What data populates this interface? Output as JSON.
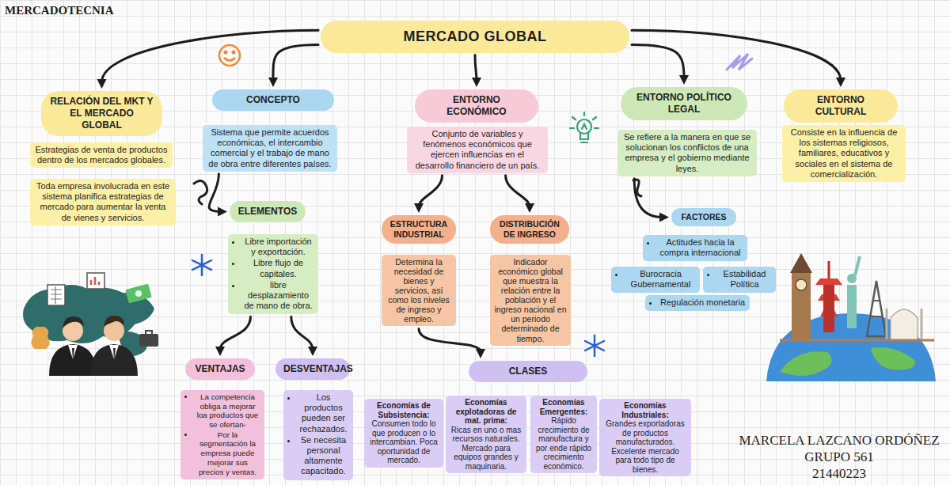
{
  "diagram": {
    "title": "MERCADOTECNIA",
    "nodes": [
      {
        "text": [
          "MERCADO GLOBAL"
        ]
      },
      {
        "text": [
          "RELACIÓN DEL MKT Y EL MERCADO GLOBAL"
        ]
      },
      {
        "text": [
          "Estrategias de venta de productos dentro de los mercados globales."
        ]
      },
      {
        "text": [
          "Toda empresa involucrada en este sistema planifica estrategias de mercado para aumentar la venta de vienes y servicios."
        ]
      },
      {
        "text": [
          "CONCEPTO"
        ]
      },
      {
        "text": [
          "Sistema que permite acuerdos económicas, el intercambio comercial y el trabajo de mano de obra entre diferentes países."
        ]
      },
      {
        "text": [
          "ELEMENTOS"
        ]
      },
      {
        "text": [
          "Libre importación y exportación.",
          "Libre flujo de capitales.",
          "libre desplazamiento de mano de obra."
        ]
      },
      {
        "text": [
          "VENTAJAS"
        ]
      },
      {
        "text": [
          "La competencia obliga a mejorar loa productos que se ofertan-",
          "Por la segmentación la empresa puede mejorar sus precios y ventas."
        ]
      },
      {
        "text": [
          "DESVENTAJAS"
        ]
      },
      {
        "text": [
          "Los productos pueden ser rechazados.",
          "Se necesita personal altamente capacitado."
        ]
      },
      {
        "text": [
          "ENTORNO ECONÓMICO"
        ]
      },
      {
        "text": [
          "Conjunto de variables y fenómenos económicos que ejercen influencias en el desarrollo financiero de un país."
        ]
      },
      {
        "text": [
          "ESTRUCTURA INDUSTRIAL"
        ]
      },
      {
        "text": [
          "Determina la necesidad de bienes y servicios, así como los niveles de ingreso y empleo."
        ]
      },
      {
        "text": [
          "DISTRIBUCIÓN DE INGRESO"
        ]
      },
      {
        "text": [
          "Indicador económico global que muestra la relación entre la población y el ingreso nacional en un periodo determinado de tiempo."
        ]
      },
      {
        "text": [
          "CLASES"
        ]
      },
      {
        "text": [
          "Economías de Subsistencia:",
          "Consumen todo lo que producen o lo intercambian. Poca oportunidad de mercado."
        ]
      },
      {
        "text": [
          "Economías explotadoras de mat. prima:",
          "Ricas en uno o mas recursos naturales. Mercado para equipos grandes y maquinaria."
        ]
      },
      {
        "text": [
          "Economías Emergentes:",
          "Rápido crecimiento de manufactura y por ende rápido crecimiento económico."
        ]
      },
      {
        "text": [
          "Economías Industriales:",
          "Grandes exportadoras de productos manufacturados. Excelente mercado para todo tipo de bienes."
        ]
      },
      {
        "text": [
          "ENTORNO POLÍTICO LEGAL"
        ]
      },
      {
        "text": [
          "Se refiere a la manera en que se solucionan los conflictos de una empresa y el gobierno mediante leyes."
        ]
      },
      {
        "text": [
          "FACTORES"
        ]
      },
      {
        "text": [
          "Actitudes hacia la compra internacional"
        ]
      },
      {
        "text": [
          "Burocracia Gubernamental"
        ]
      },
      {
        "text": [
          "Estabilidad Política"
        ]
      },
      {
        "text": [
          "Regulación monetaria"
        ]
      },
      {
        "text": [
          "ENTORNO CULTURAL"
        ]
      },
      {
        "text": [
          "Consiste en la influencia de los sistemas religiosos, familiares, educativos y sociales en el sistema de comercialización."
        ]
      }
    ],
    "edges": [
      {
        "from": 0,
        "to": 1,
        "arrow": "to"
      },
      {
        "from": 0,
        "to": 4,
        "arrow": "to"
      },
      {
        "from": 0,
        "to": 12,
        "arrow": "to"
      },
      {
        "from": 0,
        "to": 23,
        "arrow": "to"
      },
      {
        "from": 0,
        "to": 30,
        "arrow": "to"
      },
      {
        "from": 5,
        "to": 6,
        "arrow": "to"
      },
      {
        "from": 7,
        "to": 8,
        "arrow": "to"
      },
      {
        "from": 7,
        "to": 10,
        "arrow": "to"
      },
      {
        "from": 13,
        "to": 14,
        "arrow": "to"
      },
      {
        "from": 13,
        "to": 16,
        "arrow": "to"
      },
      {
        "from": 15,
        "to": 18,
        "arrow": "to"
      },
      {
        "from": 24,
        "to": 25,
        "arrow": "to"
      }
    ],
    "labels": [
      "MARCELA LAZCANO ORDÓÑEZ",
      "GRUPO 561",
      "21440223"
    ]
  }
}
